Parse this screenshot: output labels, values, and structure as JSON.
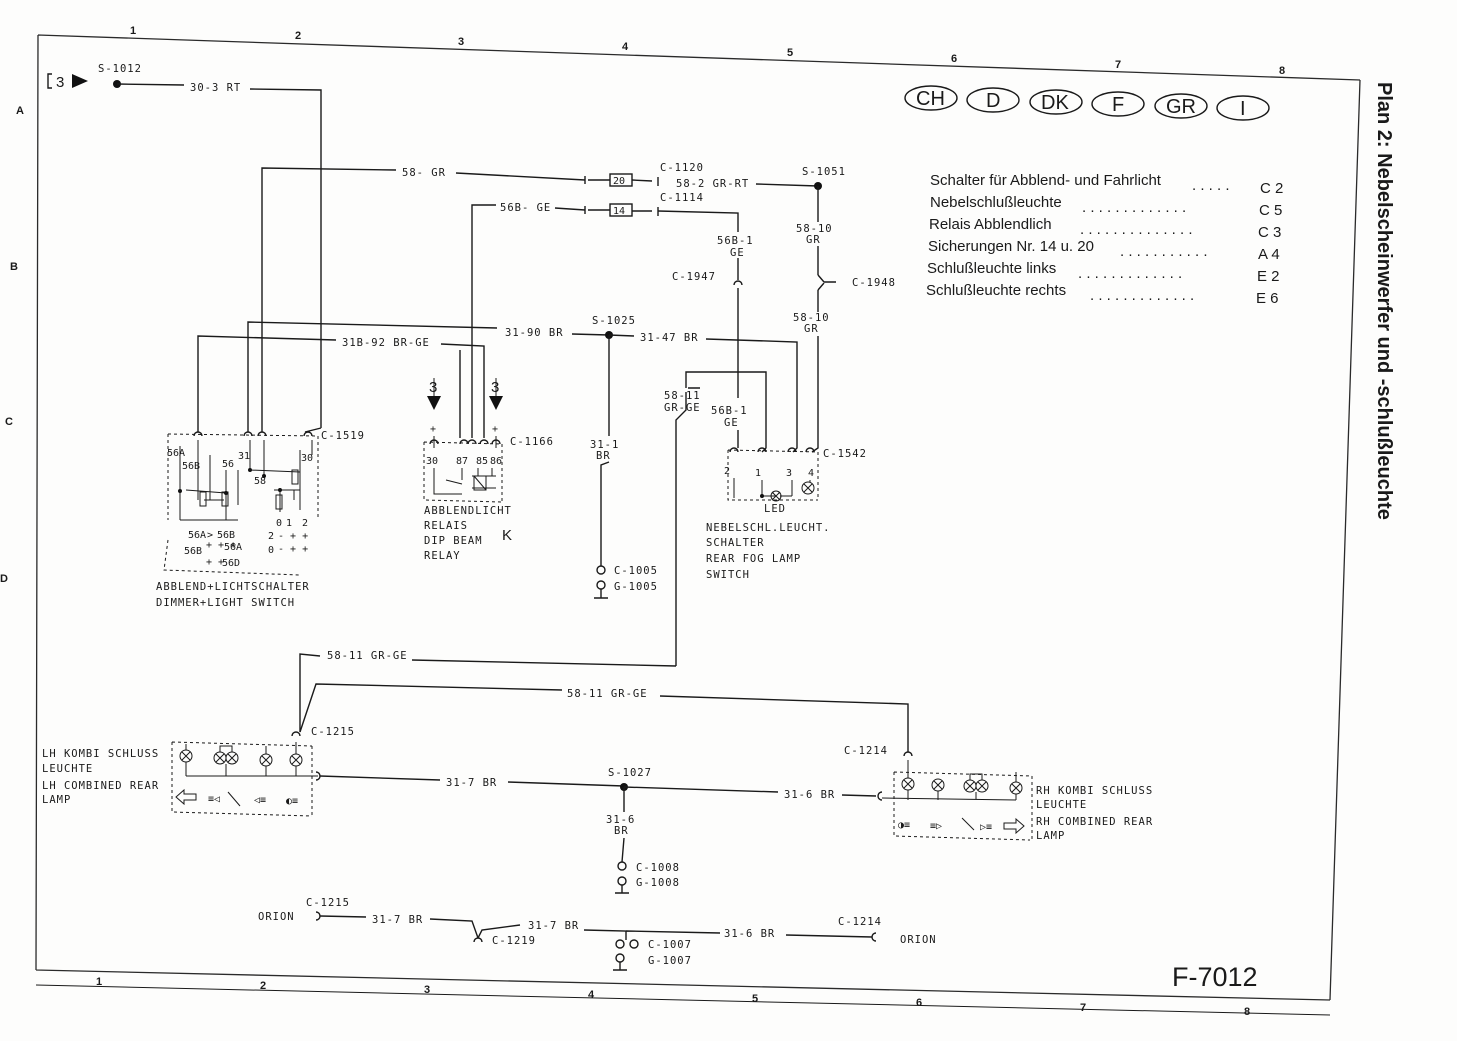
{
  "title": "Plan 2: Nebelscheinwerfer und -schlußleuchte",
  "doc_id": "F-7012",
  "ref_mark": "3",
  "countries": [
    "CH",
    "D",
    "DK",
    "F",
    "GR",
    "I"
  ],
  "grid_top": [
    "1",
    "2",
    "3",
    "4",
    "5",
    "6",
    "7",
    "8"
  ],
  "grid_bottom": [
    "1",
    "2",
    "3",
    "4",
    "5",
    "6",
    "7",
    "8"
  ],
  "grid_side": [
    "A",
    "B",
    "C",
    "D"
  ],
  "legend": [
    {
      "name": "Schalter für Abblend- und Fahrlicht",
      "dots": ". . . . .",
      "ref": "C 2"
    },
    {
      "name": "Nebelschlußleuchte",
      "dots": ". . . . . . . . . . . . .",
      "ref": "C 5"
    },
    {
      "name": "Relais Abblendlich",
      "dots": ". . . . . . . . . . . . . .",
      "ref": "C 3"
    },
    {
      "name": "Sicherungen Nr. 14 u. 20",
      "dots": ". . . . . . . . . . .",
      "ref": "A 4"
    },
    {
      "name": "Schlußleuchte links",
      "dots": ". . . . . . . . . . . . .",
      "ref": "E 2"
    },
    {
      "name": "Schlußleuchte rechts",
      "dots": ". . . . . . . . . . . . .",
      "ref": "E 6"
    }
  ],
  "splices": {
    "s1012": "S-1012",
    "s1051": "S-1051",
    "s1025": "S-1025",
    "s1027": "S-1027"
  },
  "wires": {
    "w30_3": "30-3  RT",
    "w58gr": "58-  GR",
    "w58_2": "58-2  GR-RT",
    "w56bge": "56B-  GE",
    "w56b1a": "56B-1",
    "w56b1a_c": "GE",
    "w58_10a": "58-10",
    "w58_10a_c": "GR",
    "w58_10b": "58-10",
    "w58_10b_c": "GR",
    "w31_90": "31-90  BR",
    "w31_47": "31-47  BR",
    "w31b_92": "31B-92  BR-GE",
    "w31_1": "31-1",
    "w31_1_c": "BR",
    "w58_11a": "58-11",
    "w58_11a_c": "GR-GE",
    "w56b1b": "56B-1",
    "w56b1b_c": "GE",
    "w58_11b": "58-11  GR-GE",
    "w58_11c": "58-11  GR-GE",
    "w31_7": "31-7  BR",
    "w31_6": "31-6  BR",
    "w31_6v": "31-6",
    "w31_6v_c": "BR",
    "w31_7b": "31-7  BR",
    "w31_7c": "31-7  BR",
    "w31_6b": "31-6  BR"
  },
  "connectors": {
    "c1120": "C-1120",
    "c1114": "C-1114",
    "c1947": "C-1947",
    "c1948": "C-1948",
    "c1519": "C-1519",
    "c1166": "C-1166",
    "c1542": "C-1542",
    "c1005": "C-1005",
    "g1005": "G-1005",
    "c1215": "C-1215",
    "c1214": "C-1214",
    "c1008": "C-1008",
    "g1008": "G-1008",
    "c1215b": "C-1215",
    "c1219": "C-1219",
    "c1007": "C-1007",
    "g1007": "G-1007",
    "c1214b": "C-1214"
  },
  "fuses": {
    "f20": "20",
    "f14": "14"
  },
  "components": {
    "dimmer_de": "ABBLEND+LICHTSCHALTER",
    "dimmer_en": "DIMMER+LIGHT  SWITCH",
    "relay": [
      "ABBLENDLICHT",
      "RELAIS",
      "DIP  BEAM",
      "RELAY"
    ],
    "relay_mark": "K",
    "fog": [
      "NEBELSCHL.LEUCHT.",
      "SCHALTER",
      "REAR  FOG  LAMP",
      "SWITCH"
    ],
    "led": "LED",
    "lh": [
      "LH  KOMBI  SCHLUSS",
      "LEUCHTE",
      "LH  COMBINED  REAR",
      "LAMP"
    ],
    "rh": [
      "RH  KOMBI  SCHLUSS",
      "LEUCHTE",
      "RH  COMBINED  REAR",
      "LAMP"
    ],
    "orion_l": "ORION",
    "orion_r": "ORION"
  },
  "pins": {
    "p56a": "56A",
    "p56b": "56B",
    "p56": "56",
    "p31": "31",
    "p30": "30",
    "p58": "58",
    "sw1": "56A",
    "sw1b": "56B",
    "sw2": "56B",
    "sw2b": "56A",
    "sw3": "56D",
    "sw4": "0",
    "sw4b": "1",
    "sw4c": "2",
    "sw5": "2",
    "sw6": "0",
    "r30": "30",
    "r87": "87",
    "r85": "85",
    "r86": "86",
    "relay_plus": "+",
    "f2": "2",
    "f1": "1",
    "f3": "3",
    "f4": "4"
  }
}
